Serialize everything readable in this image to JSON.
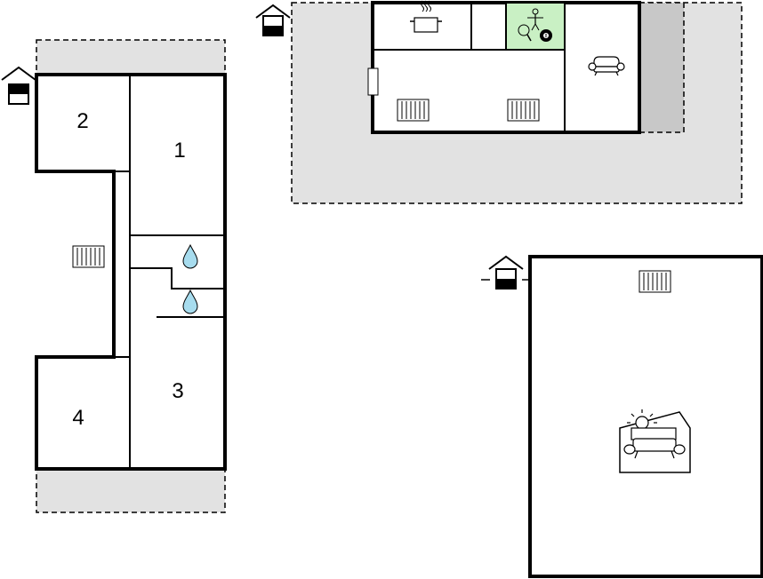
{
  "rooms": [
    {
      "number": "1"
    },
    {
      "number": "2"
    },
    {
      "number": "3"
    },
    {
      "number": "4"
    }
  ],
  "icons": {
    "entrance": "house-entrance-icon",
    "radiator": "radiator-icon",
    "water": "water-drop-icon",
    "kitchen": "cooking-pot-icon",
    "games": "table-football-pingpong-billiard-icon",
    "sofa": "sofa-icon",
    "conservatory": "sun-sofa-conservatory-icon"
  },
  "colors": {
    "terrace": "#e2e2e2",
    "shade": "#c8c8c8",
    "wall": "#000000",
    "games_room": "#c9f0c4",
    "water": "#a7dcee"
  }
}
